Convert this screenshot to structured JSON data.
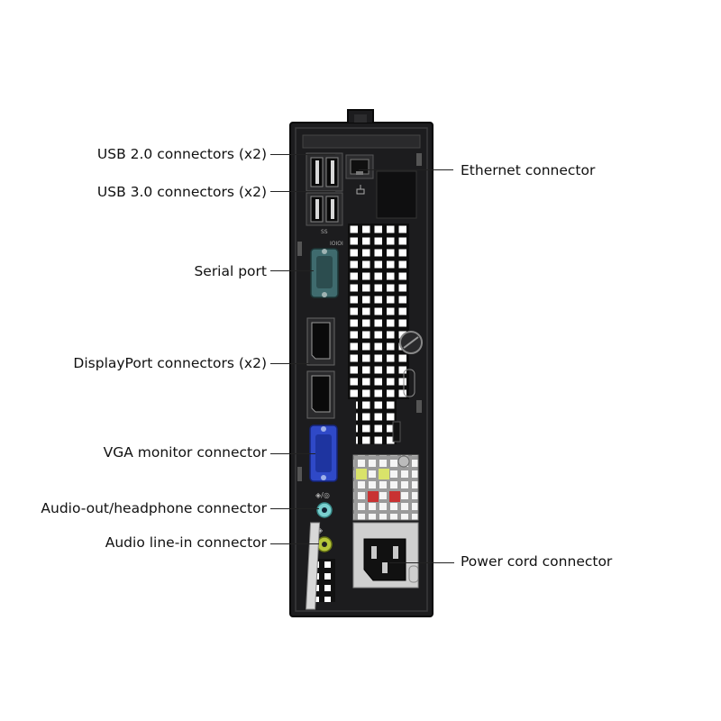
{
  "labels": {
    "usb2": "USB 2.0 connectors (x2)",
    "usb3": "USB 3.0 connectors (x2)",
    "serial": "Serial port",
    "displayport": "DisplayPort connectors (x2)",
    "vga": "VGA monitor connector",
    "audio_out": "Audio-out/headphone connector",
    "audio_in": "Audio line-in connector",
    "ethernet": "Ethernet connector",
    "power": "Power cord connector"
  },
  "port_marks": {
    "serial_mark": "IOIOI"
  },
  "colors": {
    "chassis": "#1c1c1e",
    "serial_port": "#3f6b6e",
    "vga_port": "#2f49c7",
    "audio_out_port": "#7ad0cf",
    "audio_in_port": "#b7c63a"
  },
  "icons": [
    "usb-icon",
    "ethernet-icon",
    "headphone-icon",
    "line-in-icon"
  ]
}
